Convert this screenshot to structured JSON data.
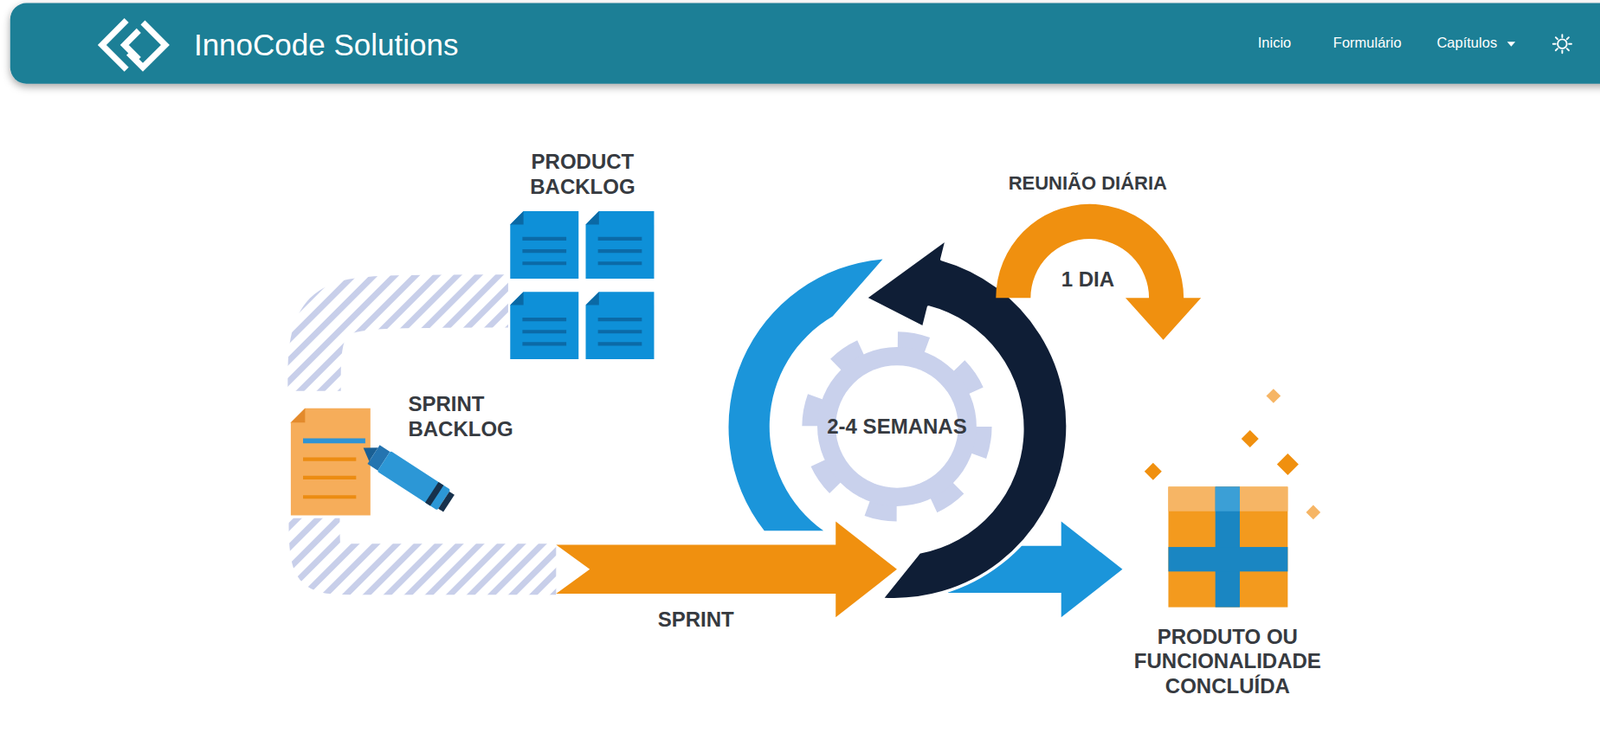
{
  "diagram": {
    "nodes": [
      {
        "text": [
          "InnoCode Solutions",
          "Inicio",
          "Formulário",
          "Capítulos"
        ]
      },
      {
        "text": [
          "PRODUCT BACKLOG"
        ]
      },
      {
        "text": [
          "SPRINT BACKLOG"
        ]
      },
      {
        "text": [
          "2-4 SEMANAS"
        ]
      },
      {
        "text": [
          "REUNIÃO DIÁRIA",
          "1 DIA"
        ]
      },
      {
        "text": [
          "PRODUTO OU FUNCIONALIDADE CONCLUÍDA"
        ]
      }
    ],
    "edges": [
      {
        "from": 1,
        "to": 2,
        "arrow": "none"
      },
      {
        "from": 2,
        "to": 3,
        "label": "SPRINT",
        "arrow": "to"
      },
      {
        "from": 3,
        "to": 5,
        "arrow": "to"
      }
    ]
  }
}
